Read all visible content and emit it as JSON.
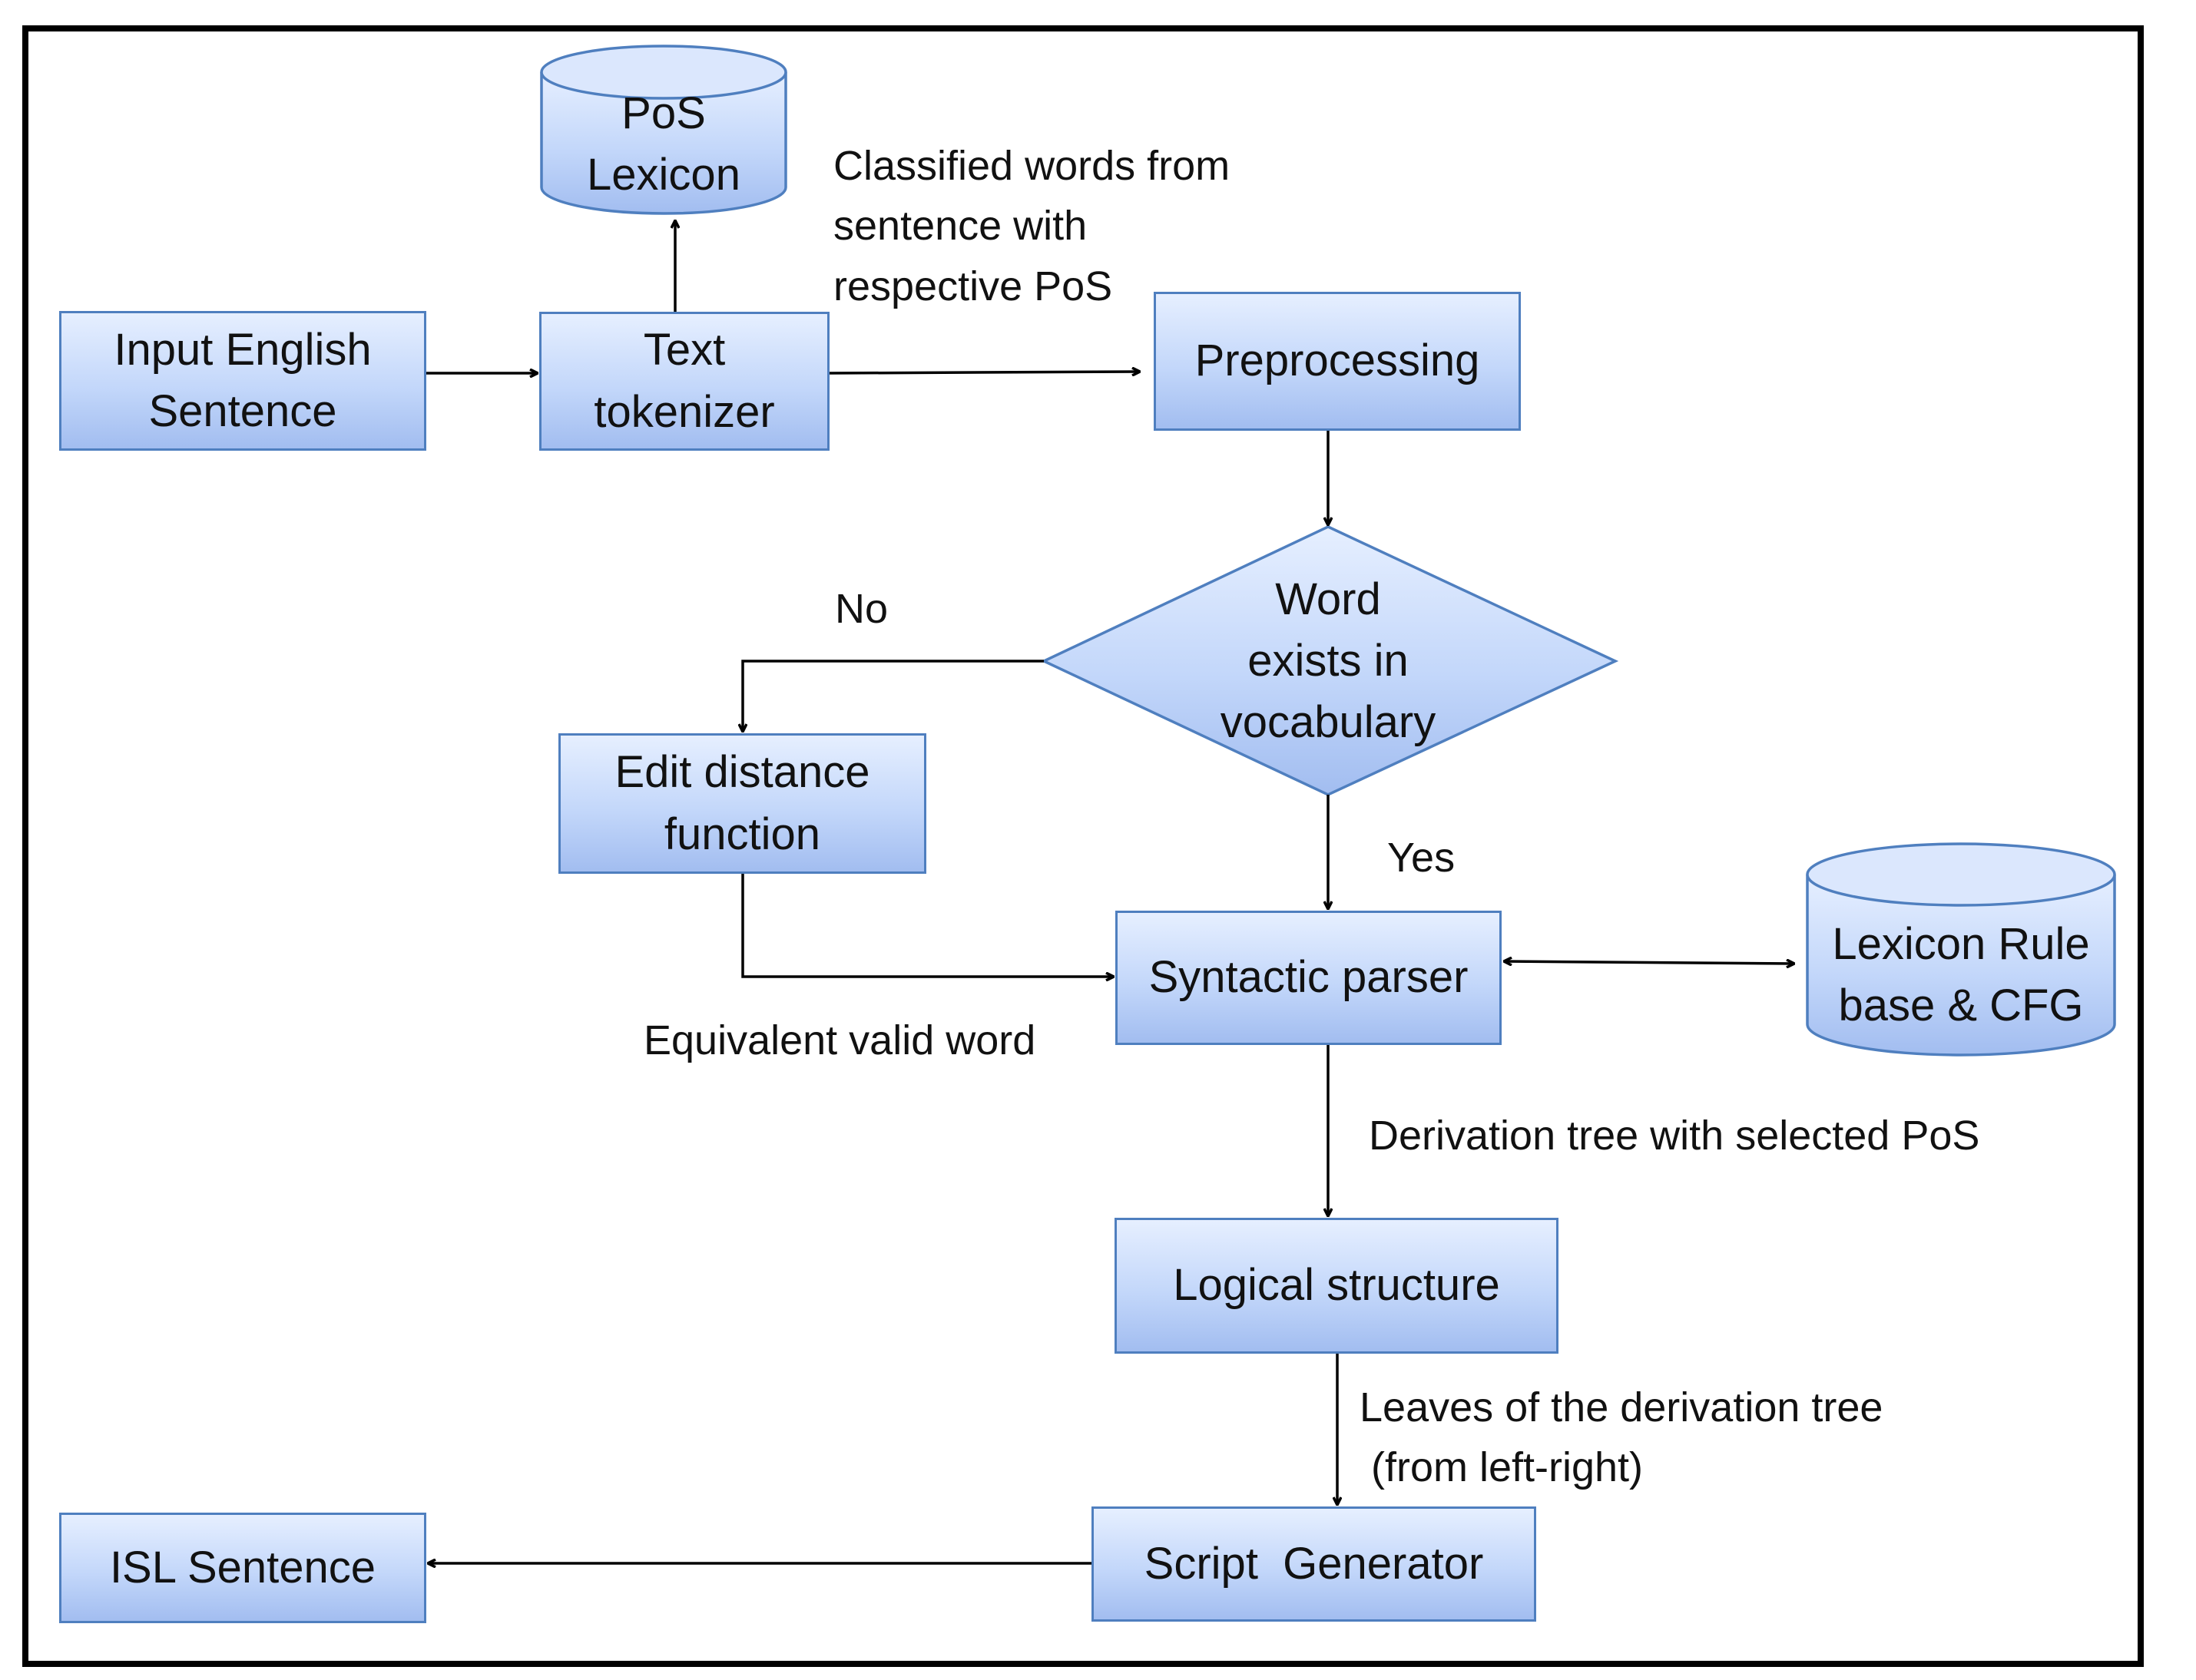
{
  "nodes": {
    "input_sentence": "Input English\nSentence",
    "text_tokenizer": "Text\ntokenizer",
    "pos_lexicon": "PoS\nLexicon",
    "preprocessing": "Preprocessing",
    "decision": "Word\nexists in\nvocabulary",
    "edit_distance": "Edit distance\nfunction",
    "syntactic_parser": "Syntactic parser",
    "lexicon_rule_base": "Lexicon Rule\nbase & CFG",
    "logical_structure": "Logical structure",
    "script_generator": "Script  Generator",
    "isl_sentence": "ISL Sentence"
  },
  "edge_labels": {
    "classified_words": "Classified words from\nsentence with\nrespective PoS",
    "no": "No",
    "yes": "Yes",
    "equivalent_valid_word": "Equivalent valid word",
    "derivation_tree": "Derivation tree with selected PoS",
    "leaves": "Leaves of the derivation tree\n (from left-right)"
  },
  "colors": {
    "node_border": "#4f7fbf",
    "node_fill_top": "#e6efff",
    "node_fill_bottom": "#a2bdf0",
    "frame": "#000000",
    "arrow": "#000000"
  }
}
